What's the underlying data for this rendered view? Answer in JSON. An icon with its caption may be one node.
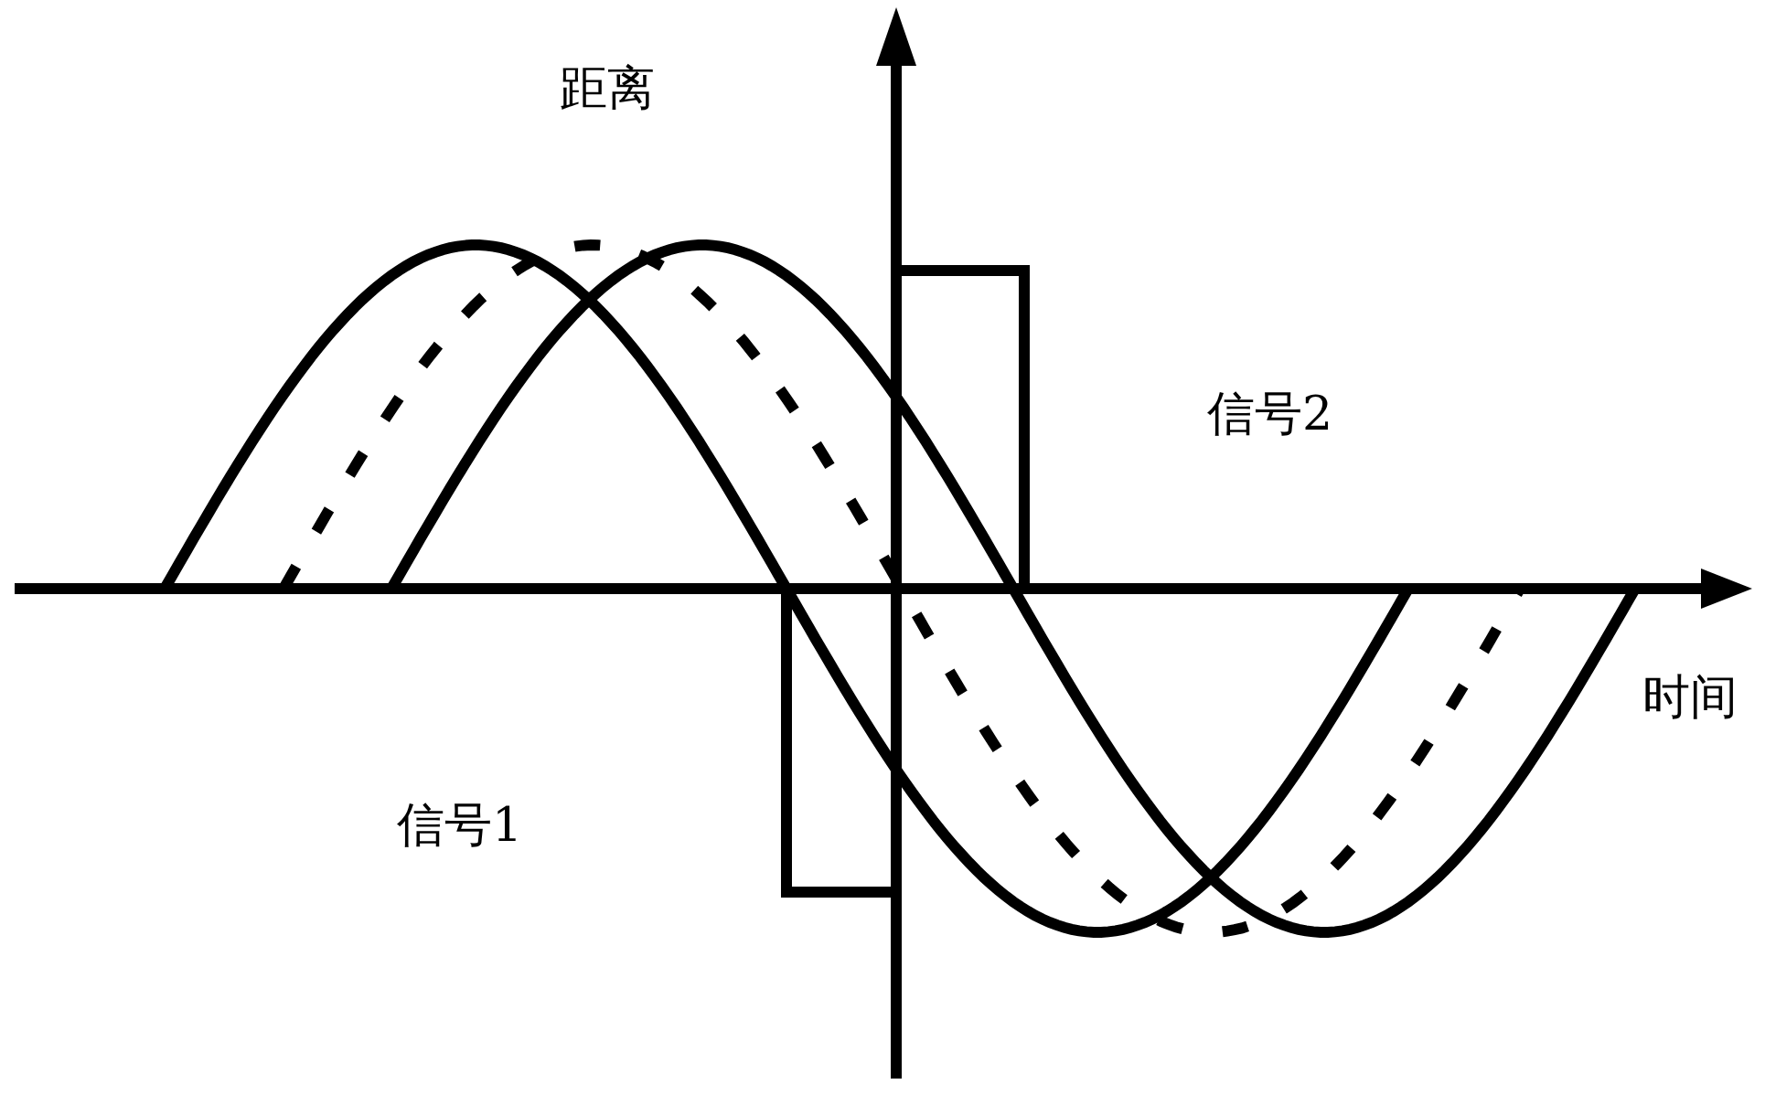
{
  "diagram": {
    "labels": [
      "距离",
      "信号2",
      "时间",
      "信号1"
    ]
  }
}
